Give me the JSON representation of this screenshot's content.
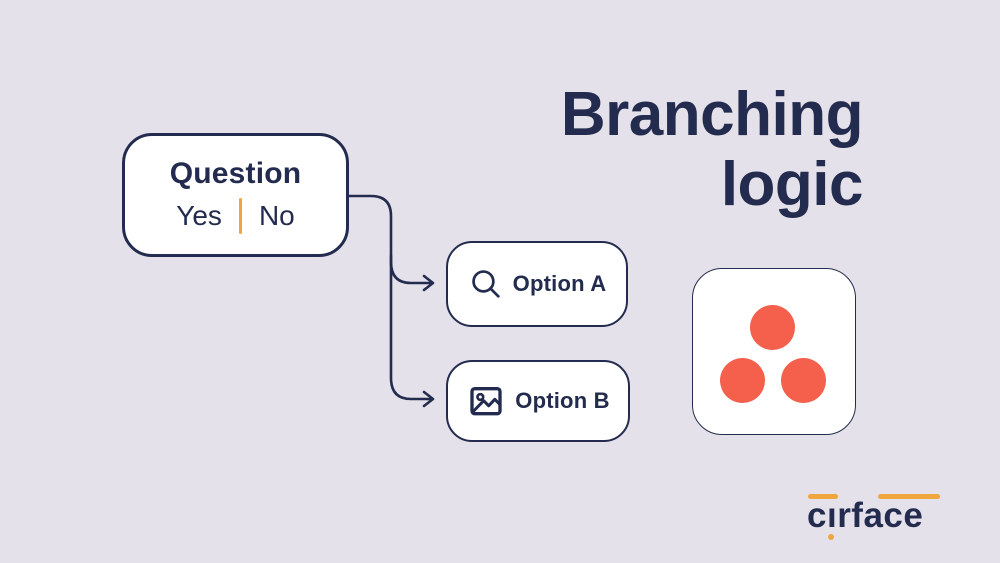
{
  "colors": {
    "bg": "#e5e1ea",
    "navy": "#232c4e",
    "card": "#ffffff",
    "orange": "#f0a63f",
    "coral": "#f4604c"
  },
  "title": {
    "line1": "Branching",
    "line2": "logic"
  },
  "flow": {
    "question": {
      "label": "Question",
      "yes": "Yes",
      "no": "No"
    },
    "options": [
      {
        "label": "Option A",
        "icon": "search-icon"
      },
      {
        "label": "Option B",
        "icon": "image-icon"
      }
    ]
  },
  "brand": {
    "logo_text": "cırface"
  }
}
